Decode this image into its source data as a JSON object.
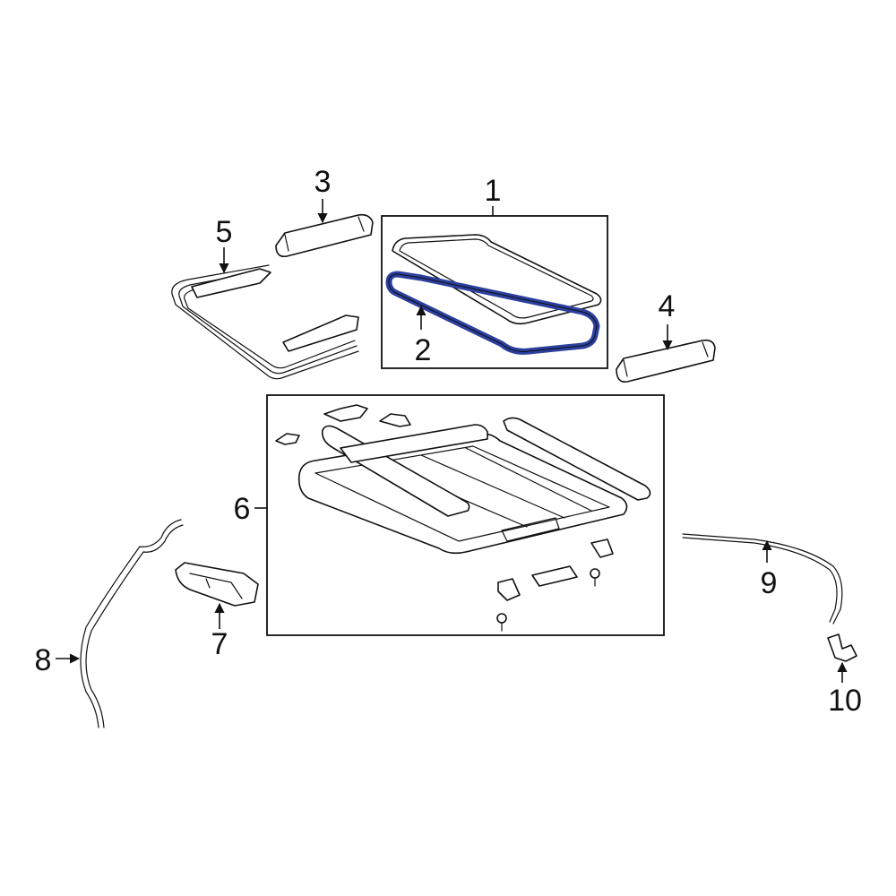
{
  "diagram": {
    "highlight_color": "#2b3f9e",
    "line_color": "#111111",
    "background": "#ffffff",
    "callouts": [
      {
        "id": "1",
        "label": "1"
      },
      {
        "id": "2",
        "label": "2"
      },
      {
        "id": "3",
        "label": "3"
      },
      {
        "id": "4",
        "label": "4"
      },
      {
        "id": "5",
        "label": "5"
      },
      {
        "id": "6",
        "label": "6"
      },
      {
        "id": "7",
        "label": "7"
      },
      {
        "id": "8",
        "label": "8"
      },
      {
        "id": "9",
        "label": "9"
      },
      {
        "id": "10",
        "label": "10"
      }
    ]
  }
}
